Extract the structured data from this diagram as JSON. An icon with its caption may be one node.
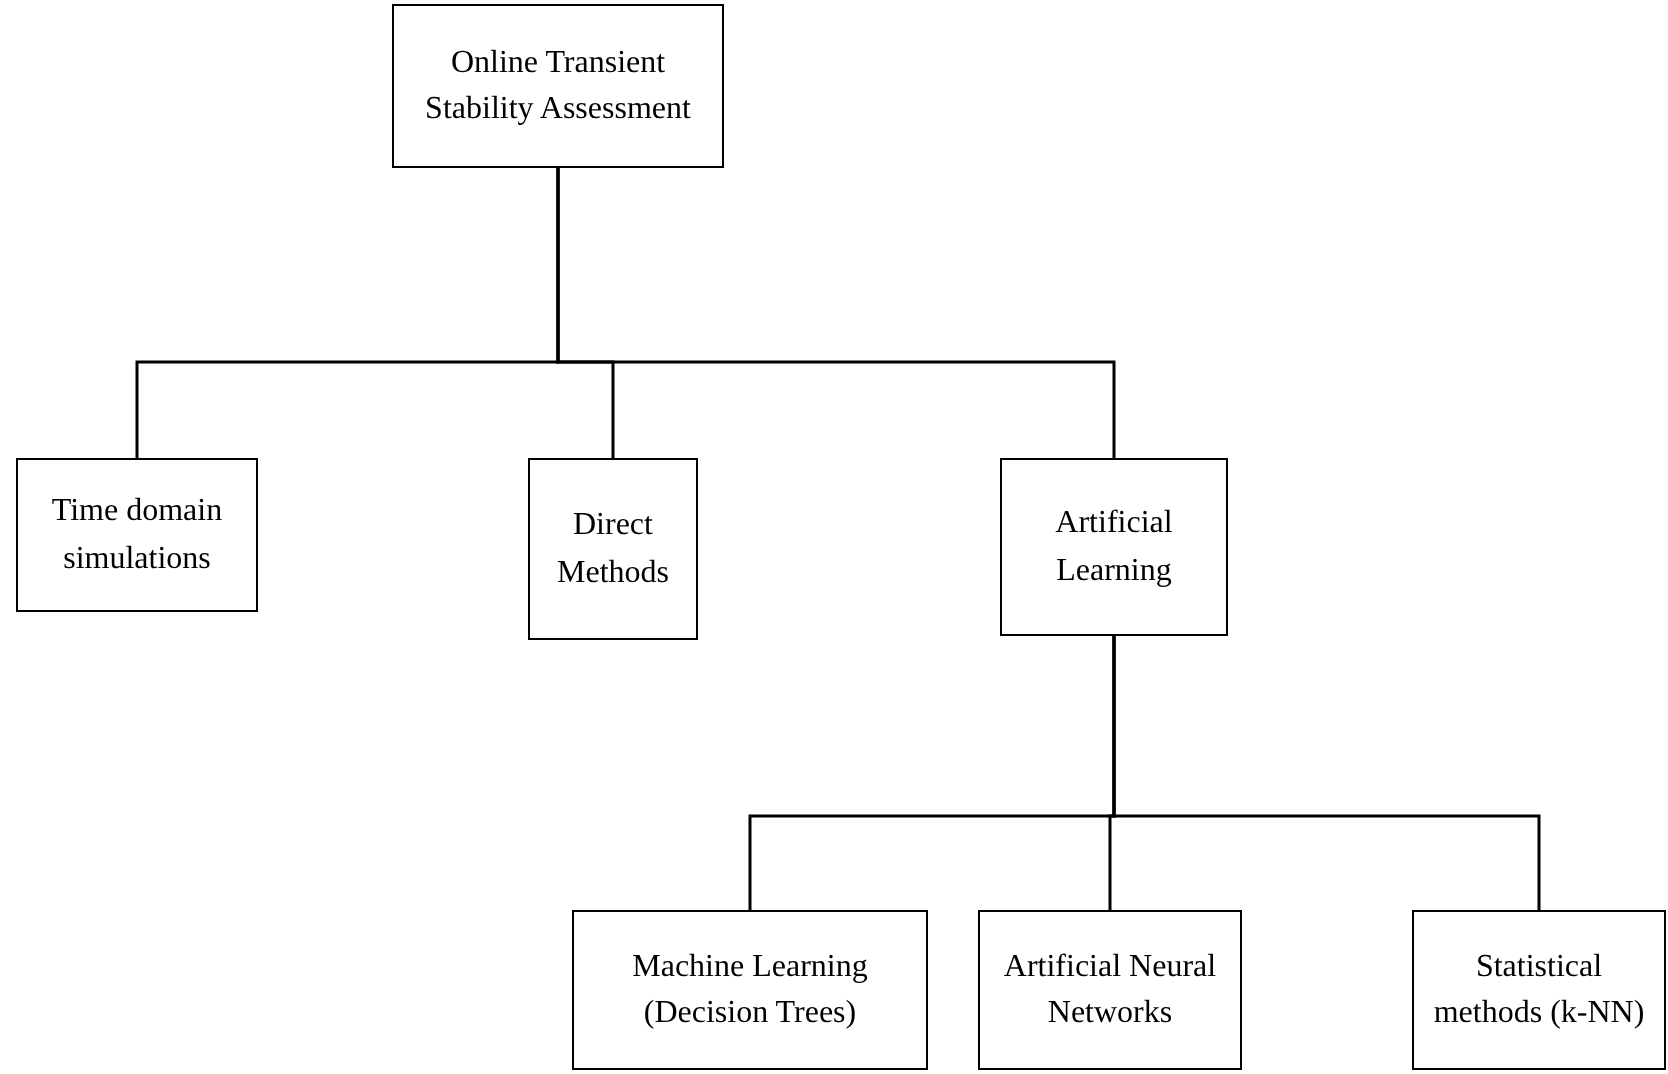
{
  "diagram": {
    "nodes": [
      {
        "text": [
          "Online Transient Stability Assessment"
        ]
      },
      {
        "text": [
          "Time domain simulations"
        ]
      },
      {
        "text": [
          "Direct Methods"
        ]
      },
      {
        "text": [
          "Artificial Learning"
        ]
      },
      {
        "text": [
          "Machine Learning (Decision Trees)"
        ]
      },
      {
        "text": [
          "Artificial Neural Networks"
        ]
      },
      {
        "text": [
          "Statistical methods (k-NN)"
        ]
      }
    ],
    "edges": [
      {
        "from": 0,
        "to": 1,
        "arrow": "none"
      },
      {
        "from": 0,
        "to": 2,
        "arrow": "none"
      },
      {
        "from": 0,
        "to": 3,
        "arrow": "none"
      },
      {
        "from": 3,
        "to": 4,
        "arrow": "none"
      },
      {
        "from": 3,
        "to": 5,
        "arrow": "none"
      },
      {
        "from": 3,
        "to": 6,
        "arrow": "none"
      }
    ]
  }
}
